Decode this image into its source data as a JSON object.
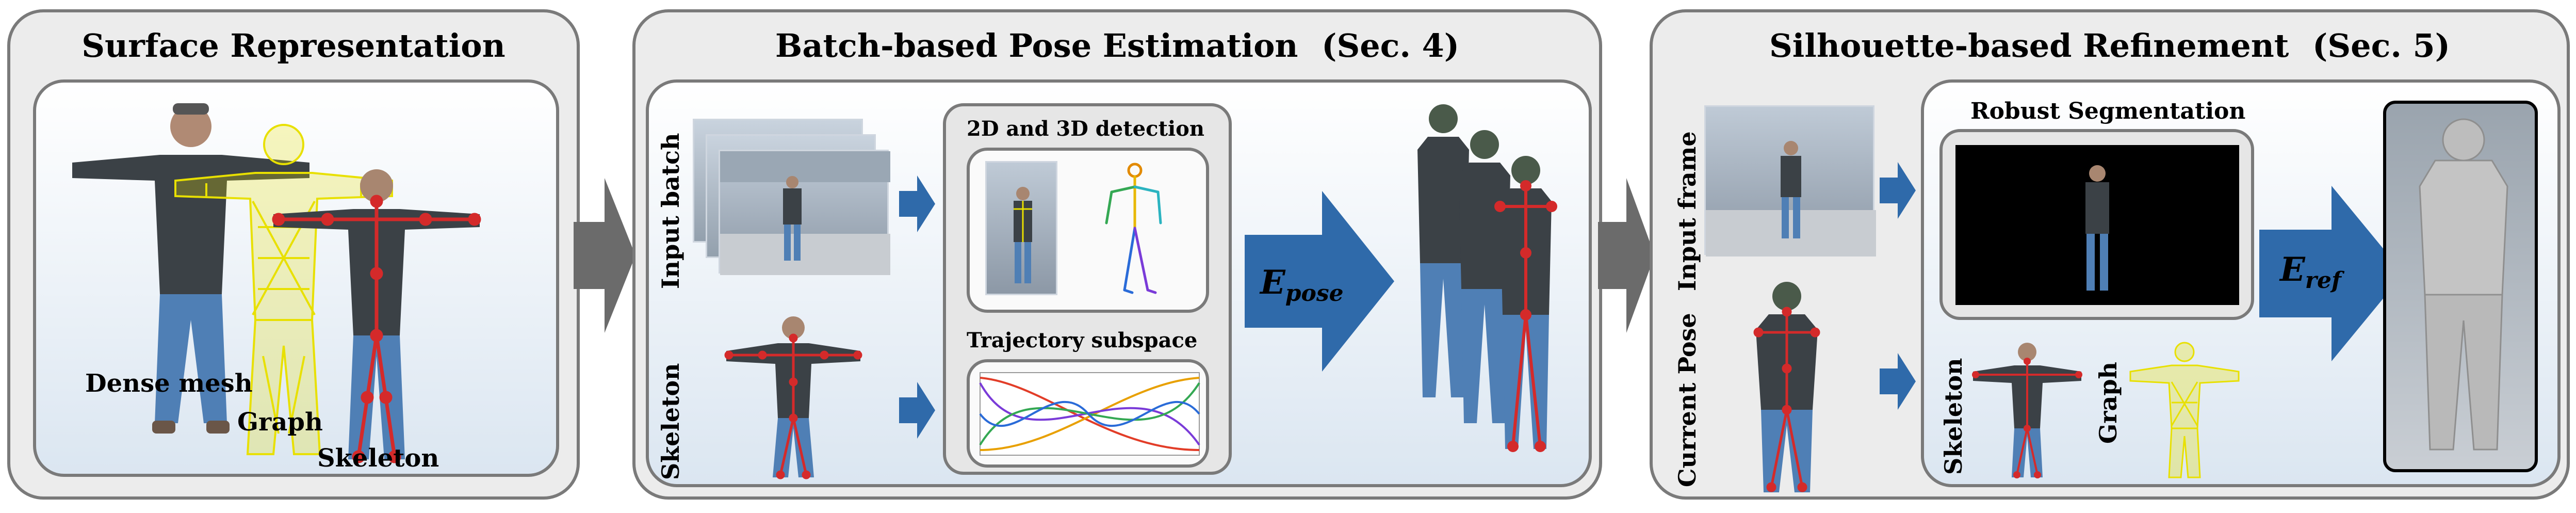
{
  "panel1": {
    "title": "Surface Representation",
    "labels": {
      "dense_mesh": "Dense mesh",
      "graph": "Graph",
      "skeleton": "Skeleton"
    }
  },
  "panel2": {
    "title": "Batch-based Pose Estimation",
    "section": "(Sec. 4)",
    "side_labels": {
      "input_batch": "Input batch",
      "skeleton": "Skeleton"
    },
    "boxes": {
      "detection": "2D and 3D detection",
      "trajectory": "Trajectory subspace"
    },
    "energy": {
      "symbol": "E",
      "subscript": "pose"
    }
  },
  "panel3": {
    "title": "Silhouette-based Refinement",
    "section": "(Sec. 5)",
    "side_labels": {
      "input_frame": "Input frame",
      "current_pose": "Current Pose",
      "skeleton": "Skeleton",
      "graph": "Graph"
    },
    "boxes": {
      "segmentation": "Robust Segmentation"
    },
    "energy": {
      "symbol": "E",
      "subscript": "ref"
    }
  },
  "colors": {
    "panel_bg": "#ececec",
    "border": "#7a7a7a",
    "arrow_blue": "#2f6aaa",
    "arrow_gray": "#6b6b6b",
    "skeleton_red": "#d42a2a",
    "graph_yellow": "#e8e000",
    "jacket": "#3b4146",
    "jeans": "#4f7fb5"
  },
  "icons": [
    "person-figure",
    "skeleton-figure",
    "mesh-figure",
    "stick-figure-3d",
    "trajectory-curves",
    "blue-arrow",
    "gray-arrow"
  ]
}
